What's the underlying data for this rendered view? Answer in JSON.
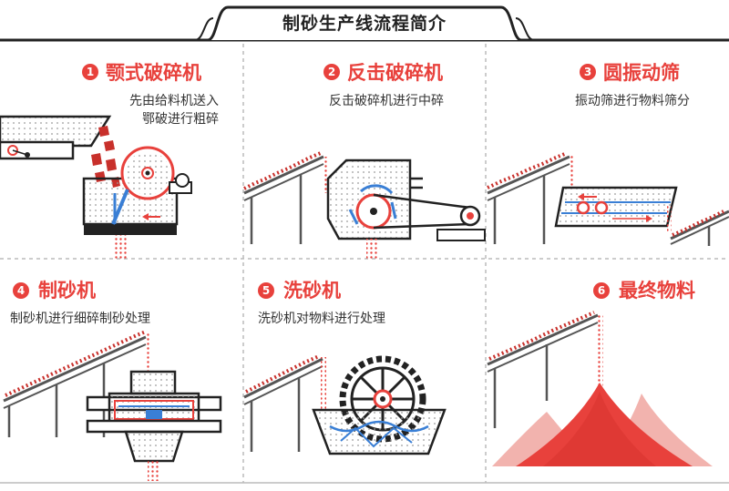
{
  "header": {
    "title": "制砂生产线流程简介"
  },
  "steps": [
    {
      "num": "1",
      "title": "颚式破碎机",
      "desc1": "先由给料机送入",
      "desc2": "鄂破进行粗碎"
    },
    {
      "num": "2",
      "title": "反击破碎机",
      "desc1": "反击破碎机进行中碎"
    },
    {
      "num": "3",
      "title": "圆振动筛",
      "desc1": "振动筛进行物料筛分"
    },
    {
      "num": "4",
      "title": "制砂机",
      "desc1": "制砂机进行细碎制砂处理"
    },
    {
      "num": "5",
      "title": "洗砂机",
      "desc1": "洗砂机对物料进行处理"
    },
    {
      "num": "6",
      "title": "最终物料"
    }
  ],
  "colors": {
    "accent": "#e8413c",
    "machine": "#222222",
    "conveyor": "#555555",
    "water": "#3a7fd5"
  }
}
